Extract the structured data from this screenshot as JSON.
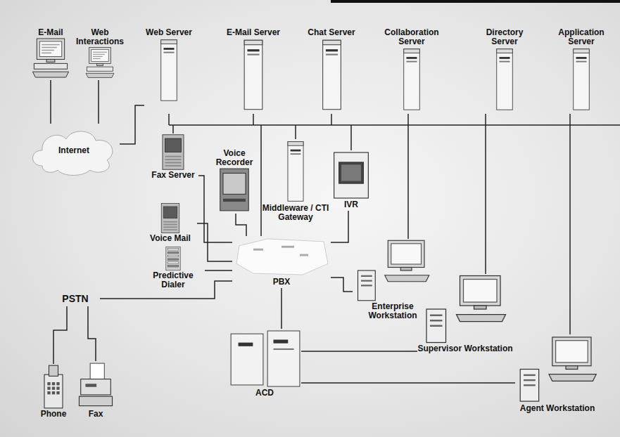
{
  "diagram": {
    "nodes": [
      {
        "text": [
          "E-Mail"
        ]
      },
      {
        "text": [
          "Web Interactions"
        ]
      },
      {
        "text": [
          "Web Server"
        ]
      },
      {
        "text": [
          "E-Mail Server"
        ]
      },
      {
        "text": [
          "Chat Server"
        ]
      },
      {
        "text": [
          "Collaboration Server"
        ]
      },
      {
        "text": [
          "Directory Server"
        ]
      },
      {
        "text": [
          "Application Server"
        ]
      },
      {
        "text": [
          "Internet"
        ]
      },
      {
        "text": [
          "Fax Server"
        ]
      },
      {
        "text": [
          "Voice Recorder"
        ]
      },
      {
        "text": [
          "Middleware / CTI Gateway"
        ]
      },
      {
        "text": [
          "IVR"
        ]
      },
      {
        "text": [
          "Voice Mail"
        ]
      },
      {
        "text": [
          "Predictive Dialer"
        ]
      },
      {
        "text": [
          "PSTN"
        ]
      },
      {
        "text": [
          "PBX"
        ]
      },
      {
        "text": [
          "Enterprise Workstation"
        ]
      },
      {
        "text": [
          "Supervisor Workstation"
        ]
      },
      {
        "text": [
          "ACD"
        ]
      },
      {
        "text": [
          "Agent Workstation"
        ]
      },
      {
        "text": [
          "Phone"
        ]
      },
      {
        "text": [
          "Fax"
        ]
      }
    ],
    "edges": [
      {
        "from": 0,
        "to": 8,
        "arrow": "none"
      },
      {
        "from": 1,
        "to": 8,
        "arrow": "none"
      },
      {
        "from": 8,
        "to": 2,
        "arrow": "none"
      },
      {
        "from": 21,
        "to": 15,
        "arrow": "none"
      },
      {
        "from": 22,
        "to": 15,
        "arrow": "none"
      },
      {
        "from": 15,
        "to": 16,
        "arrow": "none"
      },
      {
        "from": 14,
        "to": 16,
        "arrow": "none"
      },
      {
        "from": 13,
        "to": 16,
        "arrow": "none"
      },
      {
        "from": 9,
        "to": 16,
        "arrow": "none"
      },
      {
        "from": 10,
        "to": 16,
        "arrow": "none"
      },
      {
        "from": 12,
        "to": 16,
        "arrow": "none"
      },
      {
        "from": 16,
        "to": 19,
        "arrow": "none"
      },
      {
        "from": 16,
        "to": 17,
        "arrow": "none"
      },
      {
        "from": 19,
        "to": 18,
        "arrow": "none"
      },
      {
        "from": 19,
        "to": 20,
        "arrow": "none"
      },
      {
        "from": 5,
        "to": 17,
        "arrow": "none"
      },
      {
        "from": 6,
        "to": 18,
        "arrow": "none"
      },
      {
        "from": 7,
        "to": 20,
        "arrow": "none"
      }
    ]
  }
}
